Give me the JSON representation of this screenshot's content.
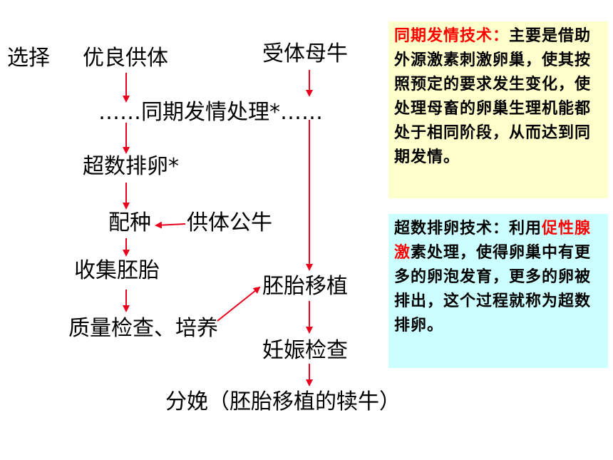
{
  "flow": {
    "select": "选择",
    "donor": "优良供体",
    "recipient": "受体母牛",
    "sync": "……同期发情处理*……",
    "superovulation": "超数排卵*",
    "mating": "配种",
    "bull": "供体公牛",
    "collect": "收集胚胎",
    "quality": "质量检查、培养",
    "transfer": "胚胎移植",
    "pregnancy": "妊娠检查",
    "birth": "分娩（胚胎移植的犊牛）"
  },
  "note_sync": {
    "title": "同期发情技术：",
    "body": "主要是借助外源激素刺激卵巢，使其按照预定的要求发生变化，使处理母畜的卵巢生理机能都处于相同阶段，从而达到同期发情。"
  },
  "note_super": {
    "prefix": "超数排卵技术：利用",
    "highlight": "促性腺激",
    "suffix": "素处理，使得卵巢中有更多的卵泡发育，更多的卵被排出，这个过程就称为超数排卵。"
  },
  "colors": {
    "arrow": "#e8001c",
    "note_sync_bg": "#ffffcc",
    "note_super_bg": "#ccffff",
    "highlight": "#ff0000"
  }
}
